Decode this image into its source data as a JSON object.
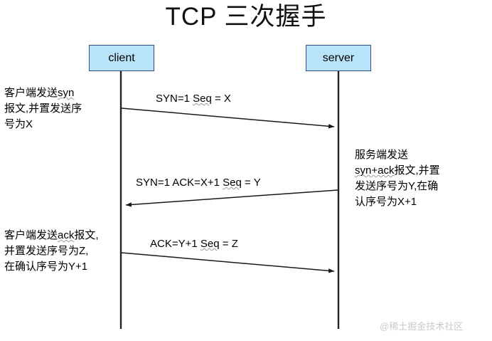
{
  "title": "TCP 三次握手",
  "nodes": {
    "client": {
      "label": "client"
    },
    "server": {
      "label": "server"
    }
  },
  "colors": {
    "box_fill": "#b9e3f9",
    "box_border": "#2b4f86",
    "line": "#222222",
    "text": "#000000",
    "watermark": "#c9c9c9"
  },
  "messages": [
    {
      "id": "syn",
      "label": "SYN=1  Seq = X",
      "label_plain": "SYN=1  Seq = X",
      "label_prefix": "SYN=1  ",
      "label_squiggle": "Seq",
      "label_suffix": " = X",
      "direction": "client-to-server",
      "from": "client",
      "to": "server"
    },
    {
      "id": "syn-ack",
      "label": "SYN=1  ACK=X+1 Seq = Y",
      "label_prefix": "SYN=1  ACK=X+1 ",
      "label_squiggle": "Seq",
      "label_suffix": " = Y",
      "direction": "server-to-client",
      "from": "server",
      "to": "client"
    },
    {
      "id": "ack",
      "label": "ACK=Y+1 Seq = Z",
      "label_prefix": "ACK=Y+1 ",
      "label_squiggle": "Seq",
      "label_suffix": " = Z",
      "direction": "client-to-server",
      "from": "client",
      "to": "server"
    }
  ],
  "notes": {
    "client_syn": {
      "line1_prefix": "客户端发送",
      "line1_squiggle": "syn",
      "line2": "报文,并置发送序",
      "line3": "号为X"
    },
    "server_syn_ack": {
      "line1": "服务端发送",
      "line2_squiggle": "syn+ack",
      "line2_suffix": "报文,并置",
      "line3": "发送序号为Y,在确",
      "line4": "认序号为X+1"
    },
    "client_ack": {
      "line1_prefix": "客户端发送",
      "line1_squiggle": "ack",
      "line1_suffix": "报文,",
      "line2": "并置发送序号为Z,",
      "line3": "在确认序号为Y+1"
    }
  },
  "watermark": "@稀土掘金技术社区"
}
